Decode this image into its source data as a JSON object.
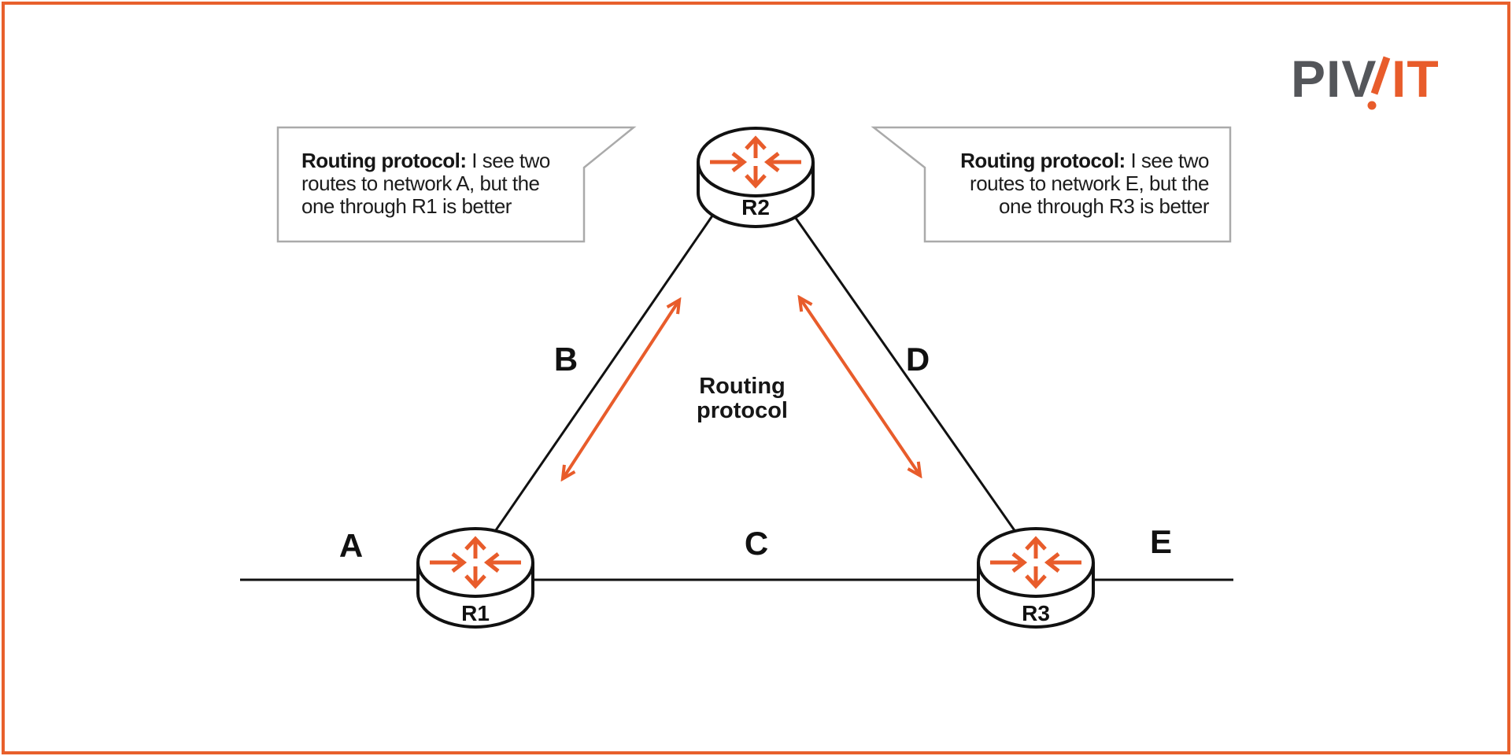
{
  "logo": {
    "part_gray": "PIV",
    "part_orange": "IT"
  },
  "routers": {
    "r1": {
      "label": "R1"
    },
    "r2": {
      "label": "R2"
    },
    "r3": {
      "label": "R3"
    }
  },
  "links": {
    "a_label": "A",
    "b_label": "B",
    "c_label": "C",
    "d_label": "D",
    "e_label": "E"
  },
  "center_label": {
    "line1": "Routing",
    "line2": "protocol"
  },
  "bubbles": {
    "left": {
      "bold": "Routing protocol:",
      "line1": "I see two",
      "line2": "routes to network A, but the",
      "line3": "one through R1 is better"
    },
    "right": {
      "bold": "Routing protocol:",
      "line1": "I see two",
      "line2": "routes to network E, but the",
      "line3": "one through R3 is better"
    }
  },
  "colors": {
    "accent_orange": "#E8602C",
    "arrow_orange": "#E85C2B",
    "line_black": "#111111",
    "bubble_border_gray": "#AAAAAA",
    "logo_gray": "#54565A"
  }
}
